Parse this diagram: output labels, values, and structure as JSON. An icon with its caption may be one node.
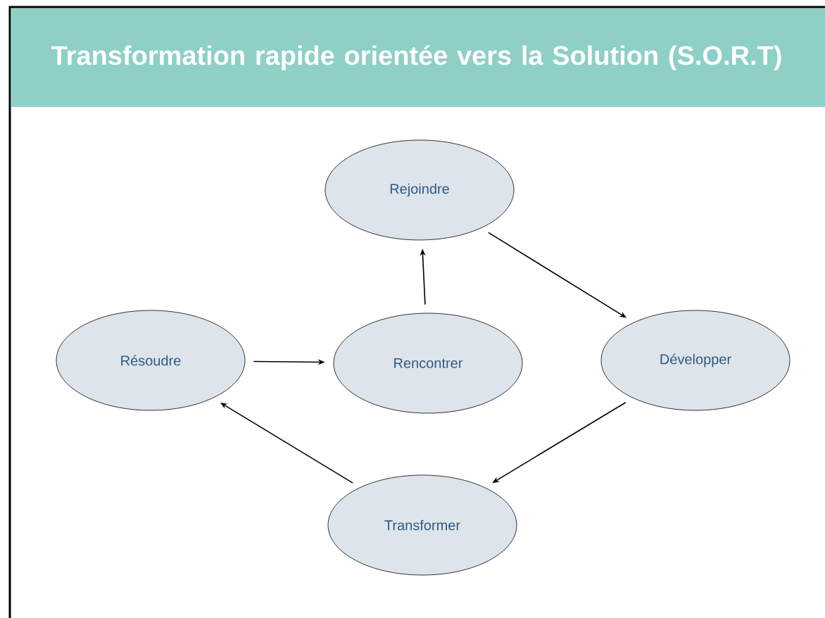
{
  "diagram": {
    "title": "Transformation rapide orientée vers la Solution (S.O.R.T)",
    "nodes": [
      {
        "text": [
          "Rejoindre"
        ]
      },
      {
        "text": [
          "Résoudre"
        ]
      },
      {
        "text": [
          "Rencontrer"
        ]
      },
      {
        "text": [
          "Développer"
        ]
      },
      {
        "text": [
          "Transformer"
        ]
      }
    ],
    "edges": [
      {
        "from": 1,
        "to": 2,
        "arrow": "to"
      },
      {
        "from": 2,
        "to": 0,
        "arrow": "to"
      },
      {
        "from": 0,
        "to": 3,
        "arrow": "to"
      },
      {
        "from": 3,
        "to": 4,
        "arrow": "to"
      },
      {
        "from": 4,
        "to": 1,
        "arrow": "to"
      }
    ]
  }
}
